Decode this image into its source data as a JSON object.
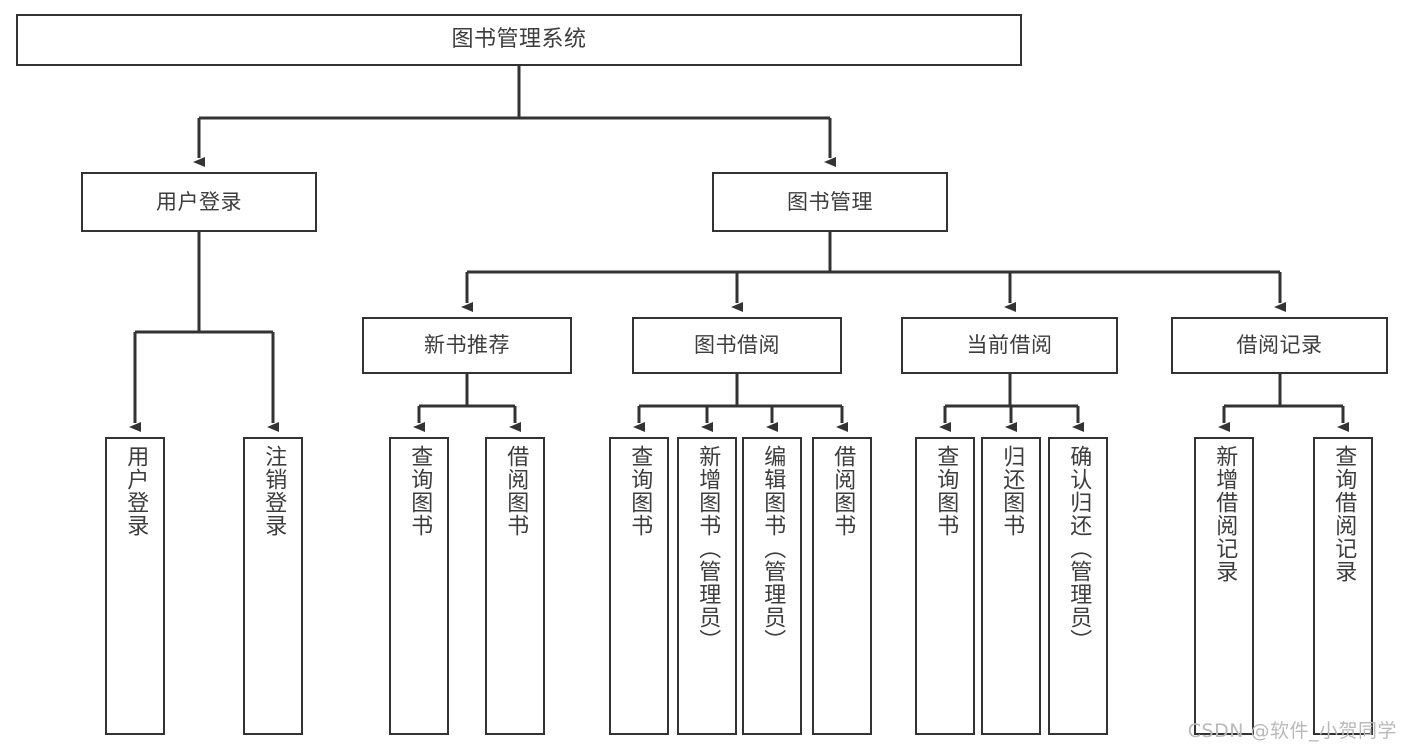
{
  "diagram": {
    "title": "图书管理系统",
    "type": "tree-hierarchy-chart",
    "watermark": "CSDN @软件_小贺同学",
    "colors": {
      "box_border": "#333333",
      "box_fill": "#ffffff",
      "connector": "#333333",
      "text": "#3d3d3d",
      "watermark": "#b9b9b9"
    },
    "root": {
      "label": "图书管理系统"
    },
    "level2": [
      {
        "label": "用户登录"
      },
      {
        "label": "图书管理"
      }
    ],
    "level3": [
      {
        "label": "新书推荐"
      },
      {
        "label": "图书借阅"
      },
      {
        "label": "当前借阅"
      },
      {
        "label": "借阅记录"
      }
    ],
    "leaves": {
      "user_login": [
        {
          "label": "用户登录"
        },
        {
          "label": "注销登录"
        }
      ],
      "new_book_recommend": [
        {
          "label": "查询图书"
        },
        {
          "label": "借阅图书"
        }
      ],
      "book_borrow": [
        {
          "label": "查询图书"
        },
        {
          "label": "新增图书（管理员）"
        },
        {
          "label": "编辑图书（管理员）"
        },
        {
          "label": "借阅图书"
        }
      ],
      "current_borrow": [
        {
          "label": "查询图书"
        },
        {
          "label": "归还图书"
        },
        {
          "label": "确认归还（管理员）"
        }
      ],
      "borrow_records": [
        {
          "label": "新增借阅记录"
        },
        {
          "label": "查询借阅记录"
        }
      ]
    }
  }
}
